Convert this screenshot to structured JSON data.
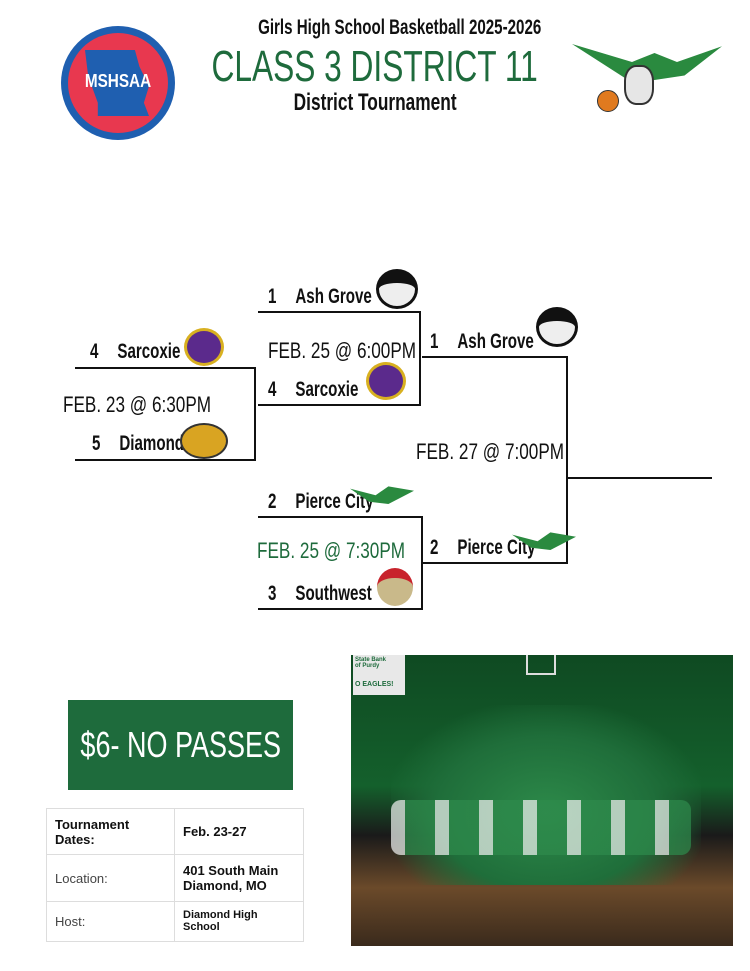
{
  "header": {
    "subtitle": "Girls High School Basketball 2025-2026",
    "title": "CLASS 3 DISTRICT 11",
    "tagline": "District Tournament",
    "logo_text": "MSHSAA"
  },
  "colors": {
    "green": "#1e6b3c",
    "mshsaa_red": "#e8384f",
    "mshsaa_blue": "#1f5fb0"
  },
  "bracket": {
    "round1": {
      "top": {
        "seed": "4",
        "name": "Sarcoxie"
      },
      "bottom": {
        "seed": "5",
        "name": "Diamond"
      },
      "date": "FEB. 23 @ 6:30PM"
    },
    "semi1": {
      "top": {
        "seed": "1",
        "name": "Ash Grove"
      },
      "bottom": {
        "seed": "4",
        "name": "Sarcoxie"
      },
      "date": "FEB. 25 @ 6:00PM"
    },
    "semi2": {
      "top": {
        "seed": "2",
        "name": "Pierce City"
      },
      "bottom": {
        "seed": "3",
        "name": "Southwest"
      },
      "date": "FEB. 25 @ 7:30PM"
    },
    "final": {
      "top": {
        "seed": "1",
        "name": "Ash Grove"
      },
      "bottom": {
        "seed": "2",
        "name": "Pierce City"
      },
      "date": "FEB. 27 @ 7:00PM"
    }
  },
  "price": "$6- NO PASSES",
  "info": [
    {
      "label": "Tournament Dates:",
      "value": "Feb. 23-27"
    },
    {
      "label": "Location:",
      "value": "401 South Main Diamond, MO"
    },
    {
      "label": "Host:",
      "value": "Diamond High School"
    }
  ],
  "photo": {
    "banner_line1": "State Bank",
    "banner_line2": "of Purdy",
    "banner_slogan": "O EAGLES!"
  }
}
